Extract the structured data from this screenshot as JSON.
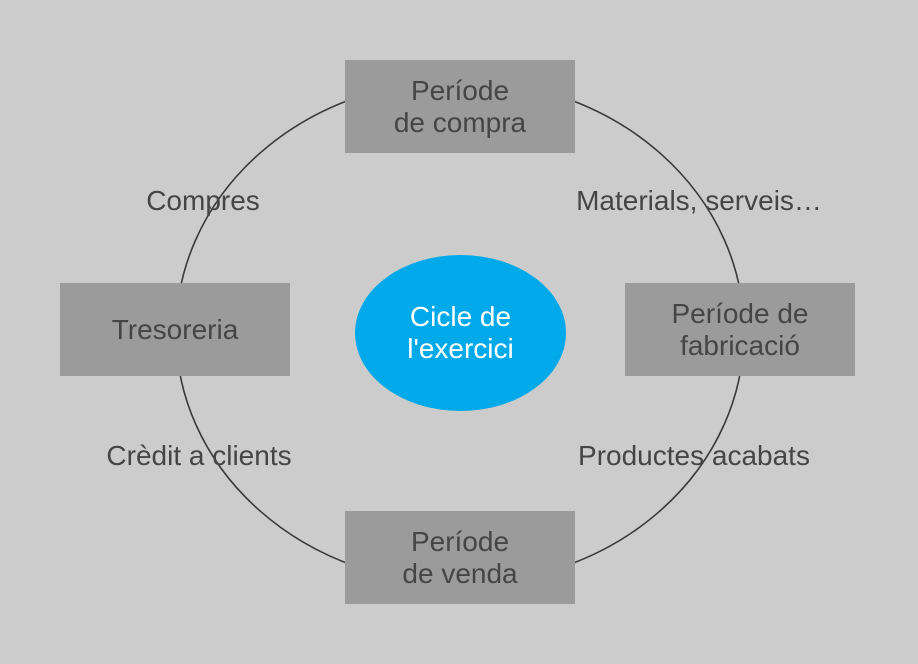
{
  "center": {
    "line1": "Cicle de",
    "line2": "l'exercici"
  },
  "nodes": {
    "purchase": {
      "line1": "Període",
      "line2": "de compra"
    },
    "manufacturing": {
      "line1": "Període de",
      "line2": "fabricació"
    },
    "sale": {
      "line1": "Període",
      "line2": "de venda"
    },
    "treasury": {
      "line1": "Tresoreria"
    }
  },
  "edges": {
    "purchases": "Compres",
    "materials": "Materials, serveis…",
    "finished_products": "Productes acabats",
    "customer_credit": "Crèdit a clients"
  },
  "colors": {
    "background": "#cccccc",
    "box": "#9b9b9b",
    "center": "#00a9e9",
    "text": "#454545"
  }
}
